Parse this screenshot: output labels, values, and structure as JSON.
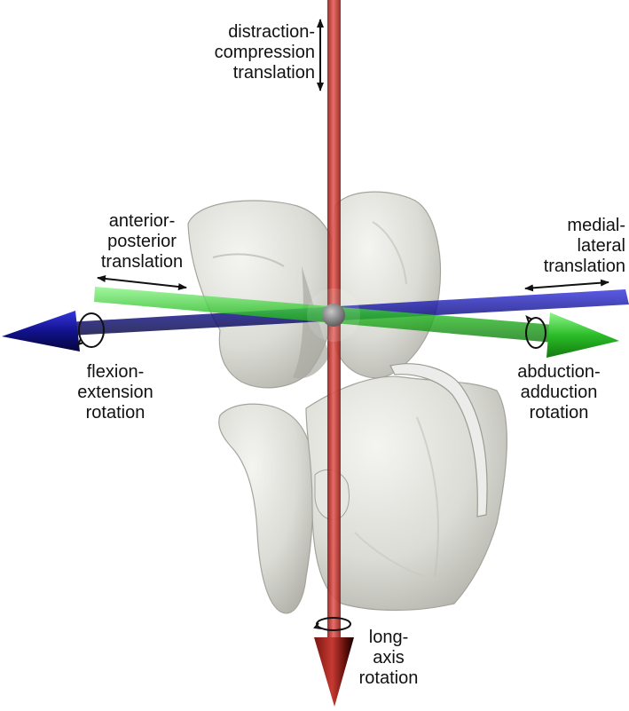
{
  "labels": {
    "distraction_compression": [
      "distraction-",
      "compression",
      "translation"
    ],
    "anterior_posterior": [
      "anterior-",
      "posterior",
      "translation"
    ],
    "medial_lateral": [
      "medial-",
      "lateral",
      "translation"
    ],
    "flexion_extension": [
      "flexion-",
      "extension",
      "rotation"
    ],
    "abduction_adduction": [
      "abduction-",
      "adduction",
      "rotation"
    ],
    "long_axis": [
      "long-",
      "axis",
      "rotation"
    ]
  },
  "colors": {
    "vertical_axis": "#d23b34",
    "blue_axis": "#1c1cb4",
    "green_axis": "#2fc12b",
    "bone": "#e4e4df",
    "bone_shadow": "#b9b9b2",
    "text": "#111111"
  }
}
